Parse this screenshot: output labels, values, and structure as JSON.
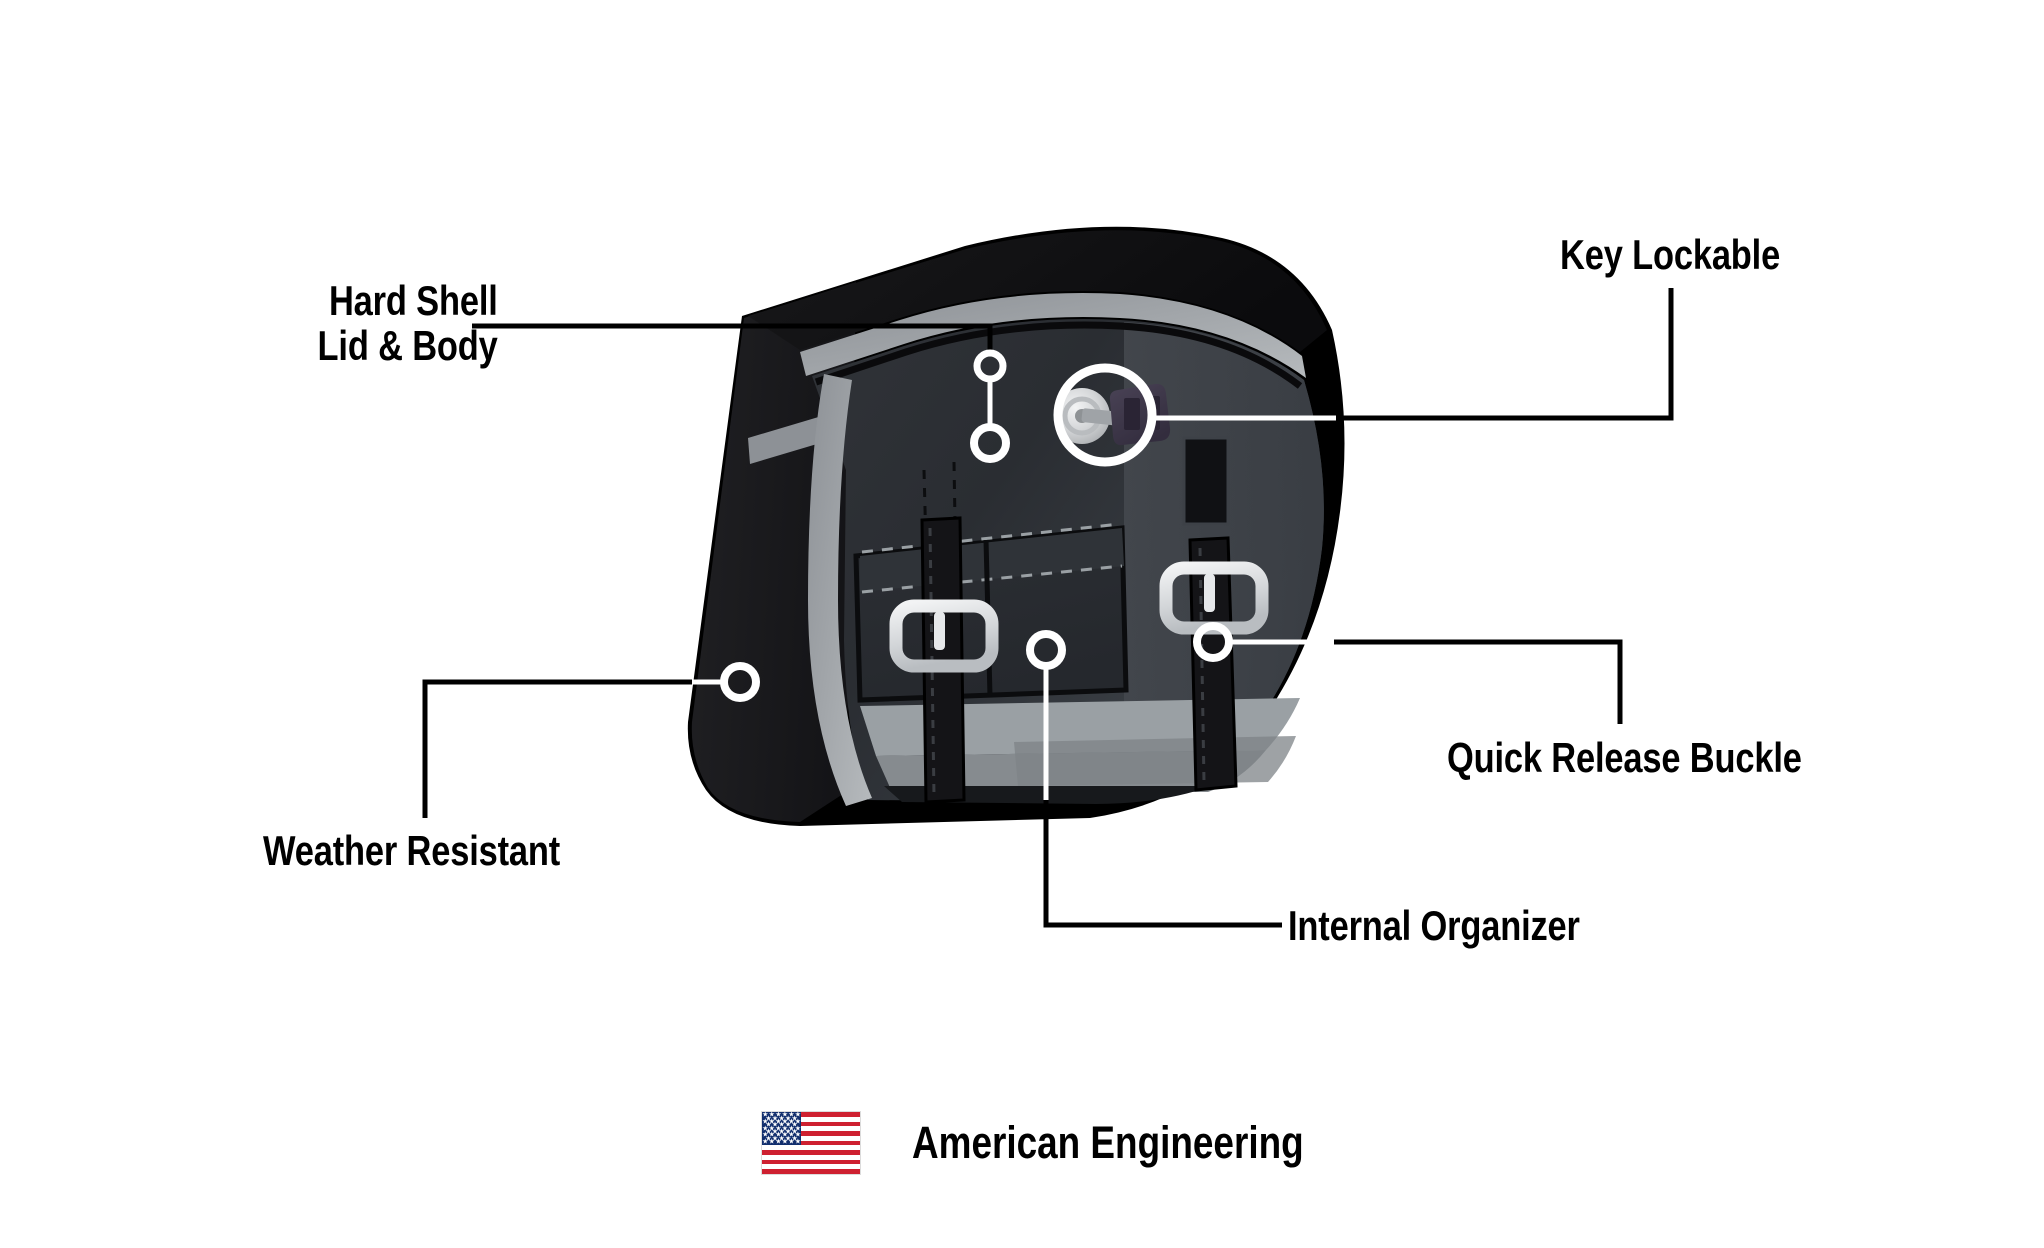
{
  "page": {
    "background_color": "#ffffff",
    "product": "motorcycle hard saddlebag feature diagram"
  },
  "callouts": [
    {
      "id": "hard-shell",
      "label": "Hard Shell\nLid & Body",
      "leader_color": "#000000",
      "marker_color": "#ffffff"
    },
    {
      "id": "key-lockable",
      "label": "Key Lockable",
      "leader_color": "#000000",
      "marker_color": "#ffffff"
    },
    {
      "id": "quick-release-buckle",
      "label": "Quick Release Buckle",
      "leader_color": "#000000",
      "marker_color": "#ffffff"
    },
    {
      "id": "weather-resistant",
      "label": "Weather Resistant",
      "leader_color": "#000000",
      "marker_color": "#ffffff"
    },
    {
      "id": "internal-organizer",
      "label": "Internal Organizer",
      "leader_color": "#000000",
      "marker_color": "#ffffff"
    }
  ],
  "footer": {
    "text": "American Engineering",
    "flag": {
      "name": "usa-flag-icon",
      "red": "#CE2030",
      "white": "#FFFFFF",
      "blue": "#112E6D",
      "stripe_count": 13,
      "star_rows": 9
    }
  },
  "product_colors": {
    "shell_black": "#1b1b1d",
    "shell_black_dark": "#111113",
    "shell_face": "#2b2e33",
    "shell_face_dark": "#212429",
    "trim_gray": "#8d9196",
    "trim_gray_light": "#b6babd",
    "accent_gray": "#9aa0a4",
    "buckle_silver": "#d9dcde",
    "strap_black": "#131316",
    "lock_silver": "#d2d4d6",
    "key_purple": "#3c3548",
    "outline_black": "#000000"
  }
}
